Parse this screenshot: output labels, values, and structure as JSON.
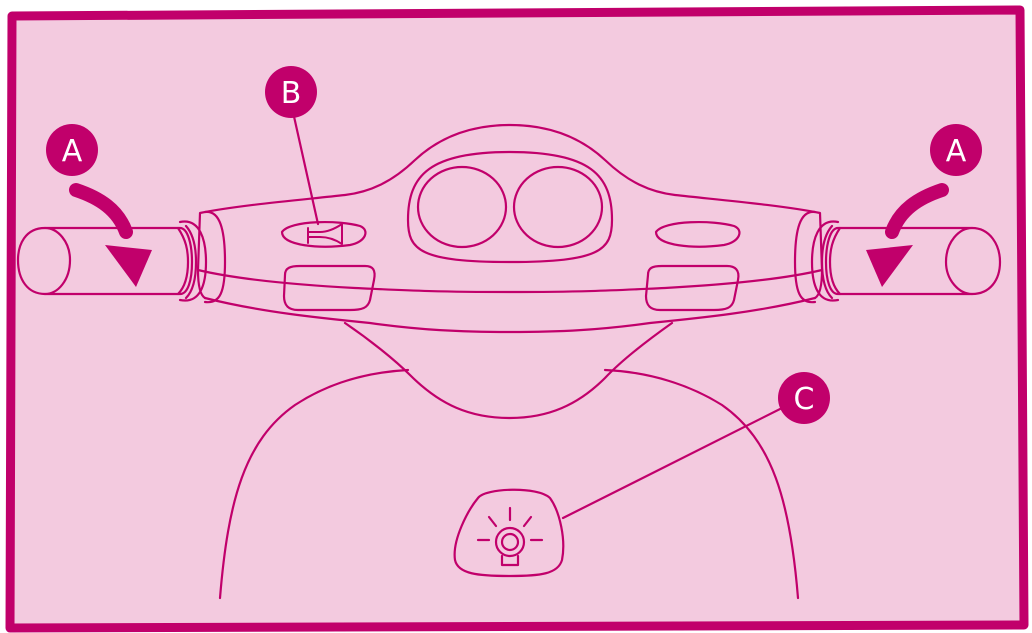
{
  "colors": {
    "panel_fill": "#f3cadf",
    "frame": "#c1006b",
    "line": "#c1006b",
    "badge": "#c1006b",
    "badge_text": "#ffffff"
  },
  "labels": {
    "throttle_left": "A",
    "horn": "B",
    "throttle_right": "A",
    "light": "C"
  },
  "icons": {
    "horn": "horn-icon",
    "light": "light-bulb-icon",
    "arrow": "curved-arrow-icon"
  }
}
